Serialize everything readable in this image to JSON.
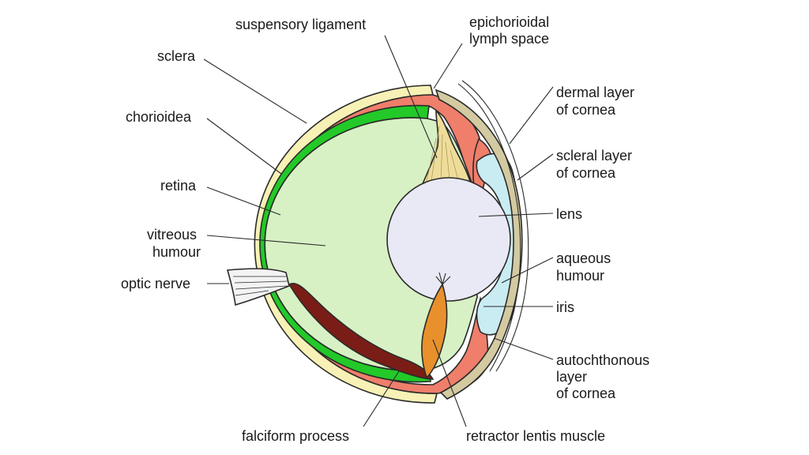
{
  "labels": {
    "suspensory_ligament": [
      "suspensory ligament"
    ],
    "epichorioidal_lymph_space": [
      "epichorioidal",
      "lymph space"
    ],
    "sclera": [
      "sclera"
    ],
    "chorioidea": [
      "chorioidea"
    ],
    "retina": [
      "retina"
    ],
    "vitreous_humour": [
      "vitreous",
      "humour"
    ],
    "optic_nerve": [
      "optic nerve"
    ],
    "dermal_layer_of_cornea": [
      "dermal layer",
      "of cornea"
    ],
    "scleral_layer_of_cornea": [
      "scleral layer",
      "of cornea"
    ],
    "lens": [
      "lens"
    ],
    "aqueous_humour": [
      "aqueous",
      "humour"
    ],
    "iris": [
      "iris"
    ],
    "autochthonous_layer_of_cornea": [
      "autochthonous",
      "layer",
      "of cornea"
    ],
    "falciform_process": [
      "falciform process"
    ],
    "retractor_lentis_muscle": [
      "retractor lentis muscle"
    ]
  },
  "colors": {
    "sclera": "#f7f1b6",
    "chorioidea": "#ef7e6b",
    "retina": "#22c928",
    "vitreous_humour": "#d7f1c4",
    "lens": "#e9e9f6",
    "aqueous_humour": "#c9ecf3",
    "suspensory_ligament": "#eedd9a",
    "falciform_process": "#7a1d16",
    "retractor_lentis_muscle": "#e8902c",
    "cornea_middle": "#d4caa1",
    "optic_nerve": "#f3f3f3"
  }
}
